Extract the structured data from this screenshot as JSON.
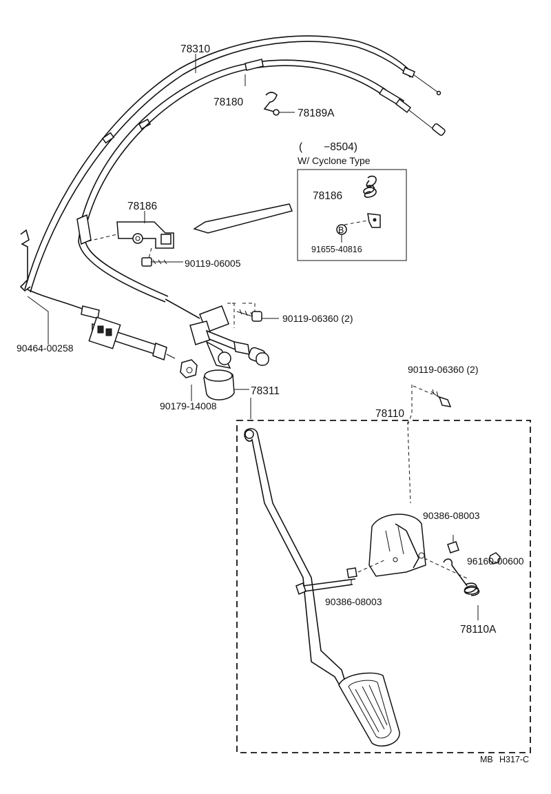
{
  "labels": {
    "cable_upper": "78310",
    "cable_lower": "78180",
    "clip_top": "78189A",
    "bracket_main": "78186",
    "bolt_bracket": "90119-06005",
    "clip_left": "90464-00258",
    "bolt_link": "90119-06360 (2)",
    "nut_small": "90179-14008",
    "cushion": "78311",
    "bolt_pedal": "90119-06360 (2)",
    "pedal_assy": "78110",
    "bushing_right": "90386-08003",
    "nut_right": "96160-00600",
    "bushing_left": "90386-08003",
    "spring": "78110A"
  },
  "inset": {
    "range": "(　　−8504)",
    "title": "W/ Cyclone Type",
    "part_bracket": "78186",
    "part_clip": "91655-40816",
    "marker": "B"
  },
  "footer": {
    "code_left": "MB",
    "code_right": "H317-C"
  }
}
